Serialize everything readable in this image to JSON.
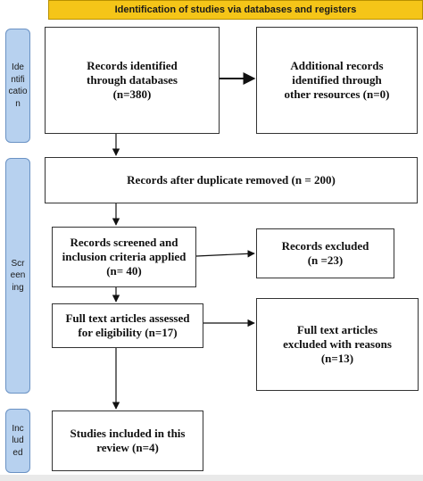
{
  "banner": "Identification of studies via databases and registers",
  "stages": {
    "identification": "Ide\nntifi\ncatio\nn",
    "screening": "Scr\neen\ning",
    "included": "Inc\nlud\ned"
  },
  "boxes": {
    "records_identified": "Records identified\nthrough databases\n(n=380)",
    "additional_records": "Additional records\nidentified through\nother resources (n=0)",
    "after_duplicates": "Records after duplicate removed (n = 200)",
    "screened": "Records screened and\ninclusion criteria applied\n(n= 40)",
    "excluded": "Records excluded\n(n =23)",
    "fulltext_assessed": "Full text articles assessed\nfor eligibility (n=17)",
    "fulltext_excluded": "Full text articles\nexcluded with reasons\n(n=13)",
    "included": "Studies included in this\nreview (n=4)"
  },
  "colors": {
    "banner_bg": "#f5c518",
    "stage_bg": "#b7d1ef",
    "stage_border": "#6a92c4"
  }
}
